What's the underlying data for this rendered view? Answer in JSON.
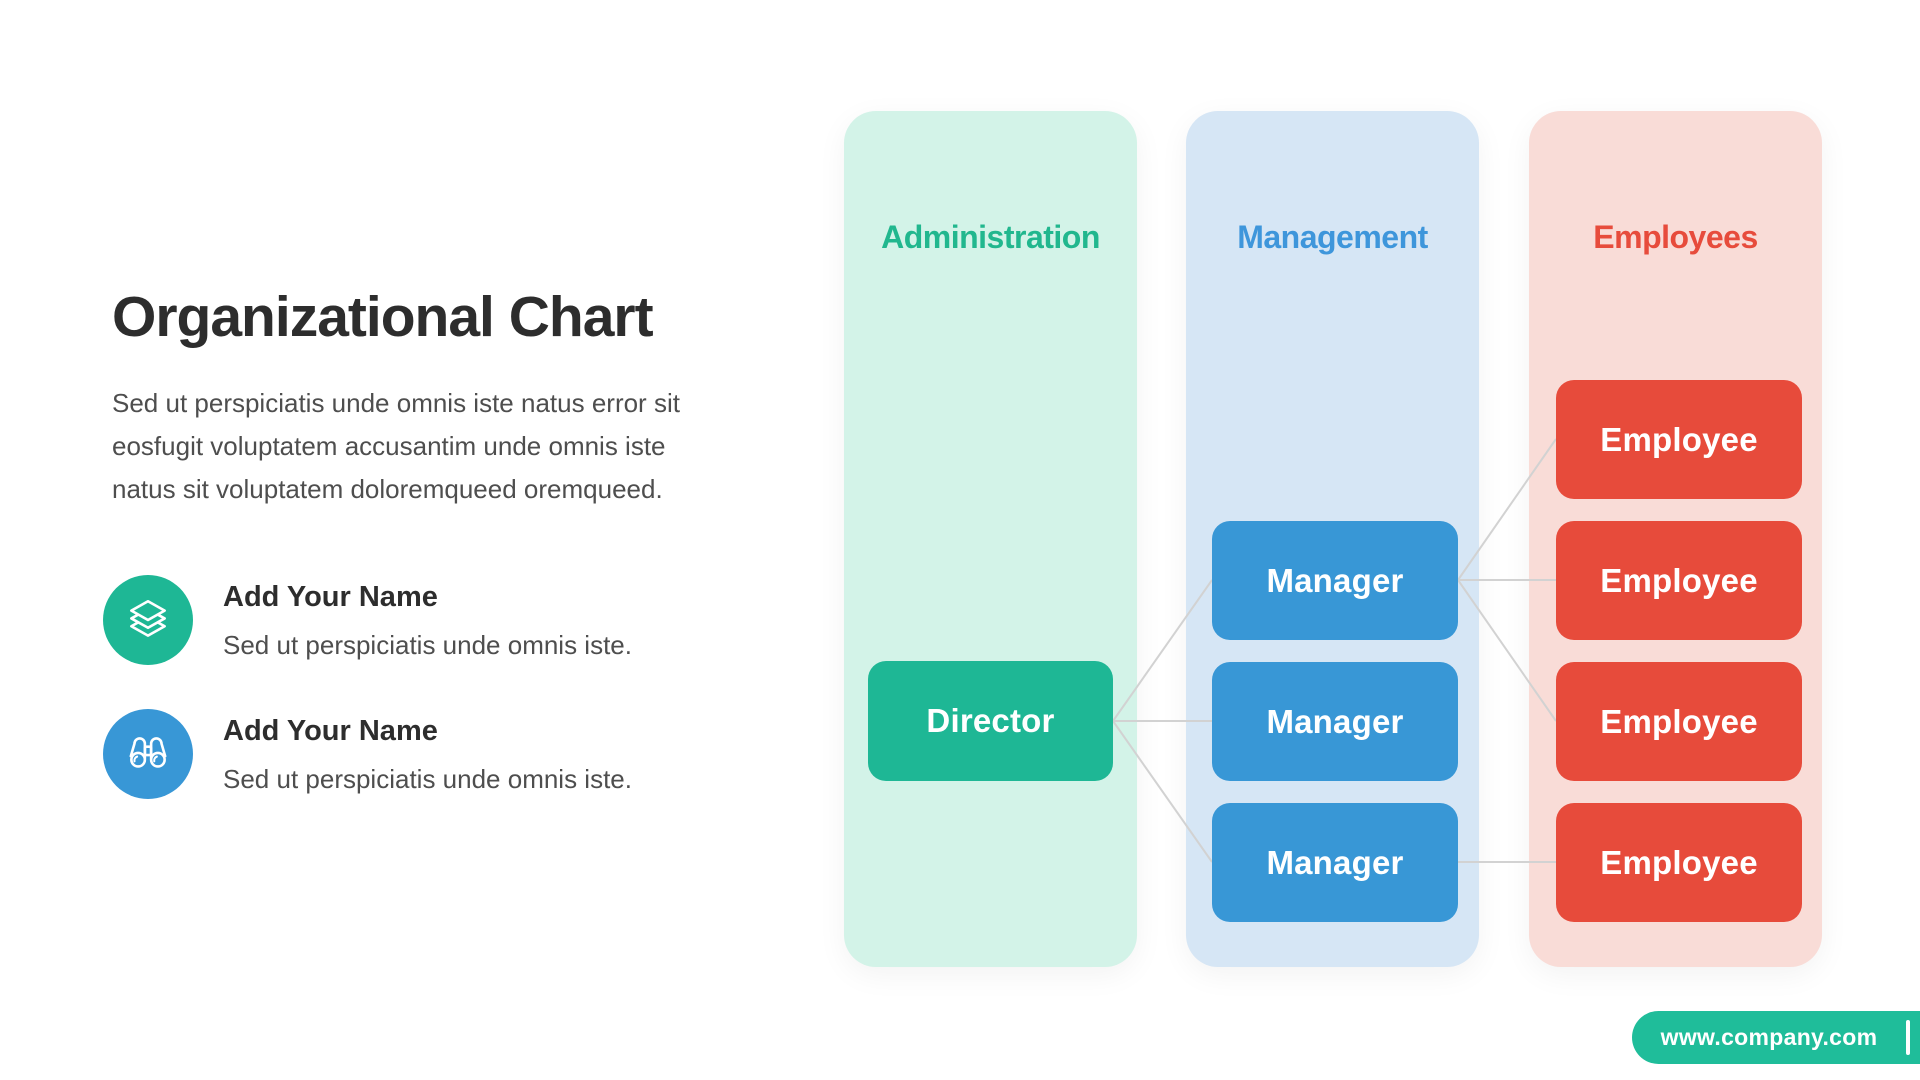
{
  "intro": {
    "title": "Organizational Chart",
    "description": "Sed ut perspiciatis unde omnis iste natus error sit eosfugit voluptatem accusantim unde omnis iste natus sit voluptatem doloremqueed oremqueed.",
    "features": [
      {
        "icon": "layers-icon",
        "icon_background": "#1eb795",
        "title": "Add Your Name",
        "description": "Sed ut perspiciatis unde omnis iste."
      },
      {
        "icon": "binoculars-icon",
        "icon_background": "#3897d6",
        "title": "Add Your Name",
        "description": "Sed ut perspiciatis unde omnis iste."
      }
    ]
  },
  "org_chart": {
    "columns": [
      {
        "id": "administration",
        "label": "Administration",
        "label_color": "#21b78e",
        "background": "#d3f3e8",
        "node_color": "#1eb795",
        "nodes": [
          "Director"
        ]
      },
      {
        "id": "management",
        "label": "Management",
        "label_color": "#3e96db",
        "background": "#d6e6f5",
        "node_color": "#3897d6",
        "nodes": [
          "Manager",
          "Manager",
          "Manager"
        ]
      },
      {
        "id": "employees",
        "label": "Employees",
        "label_color": "#e74c3c",
        "background": "#f9dcd7",
        "node_color": "#e74b3b",
        "nodes": [
          "Employee",
          "Employee",
          "Employee",
          "Employee"
        ]
      }
    ],
    "edges": [
      {
        "from": "director",
        "to": "manager-1"
      },
      {
        "from": "director",
        "to": "manager-2"
      },
      {
        "from": "director",
        "to": "manager-3"
      },
      {
        "from": "manager-1",
        "to": "employee-1"
      },
      {
        "from": "manager-1",
        "to": "employee-2"
      },
      {
        "from": "manager-1",
        "to": "employee-3"
      },
      {
        "from": "manager-3",
        "to": "employee-4"
      }
    ],
    "connector_color": "#d2d2d2"
  },
  "footer": {
    "website": "www.company.com",
    "background": "#1fbd9a"
  }
}
